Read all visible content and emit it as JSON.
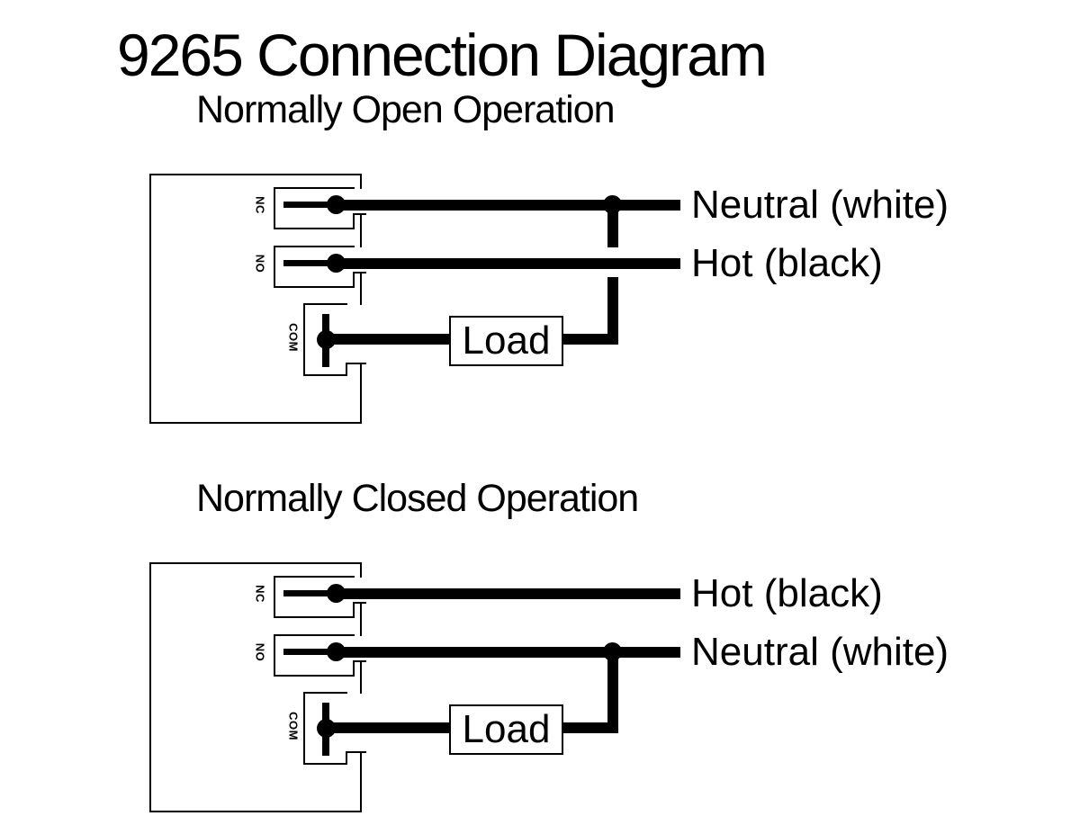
{
  "title": "9265 Connection Diagram",
  "colors": {
    "ink": "#000000",
    "paper": "#ffffff"
  },
  "diagrams": [
    {
      "subtitle": "Normally Open Operation",
      "terminals": {
        "nc": "NC",
        "no": "NO",
        "com": "COM"
      },
      "load_label": "Load",
      "nc_wire_label": "Neutral (white)",
      "no_wire_label": "Hot (black)"
    },
    {
      "subtitle": "Normally Closed Operation",
      "terminals": {
        "nc": "NC",
        "no": "NO",
        "com": "COM"
      },
      "load_label": "Load",
      "nc_wire_label": "Hot (black)",
      "no_wire_label": "Neutral (white)"
    }
  ]
}
